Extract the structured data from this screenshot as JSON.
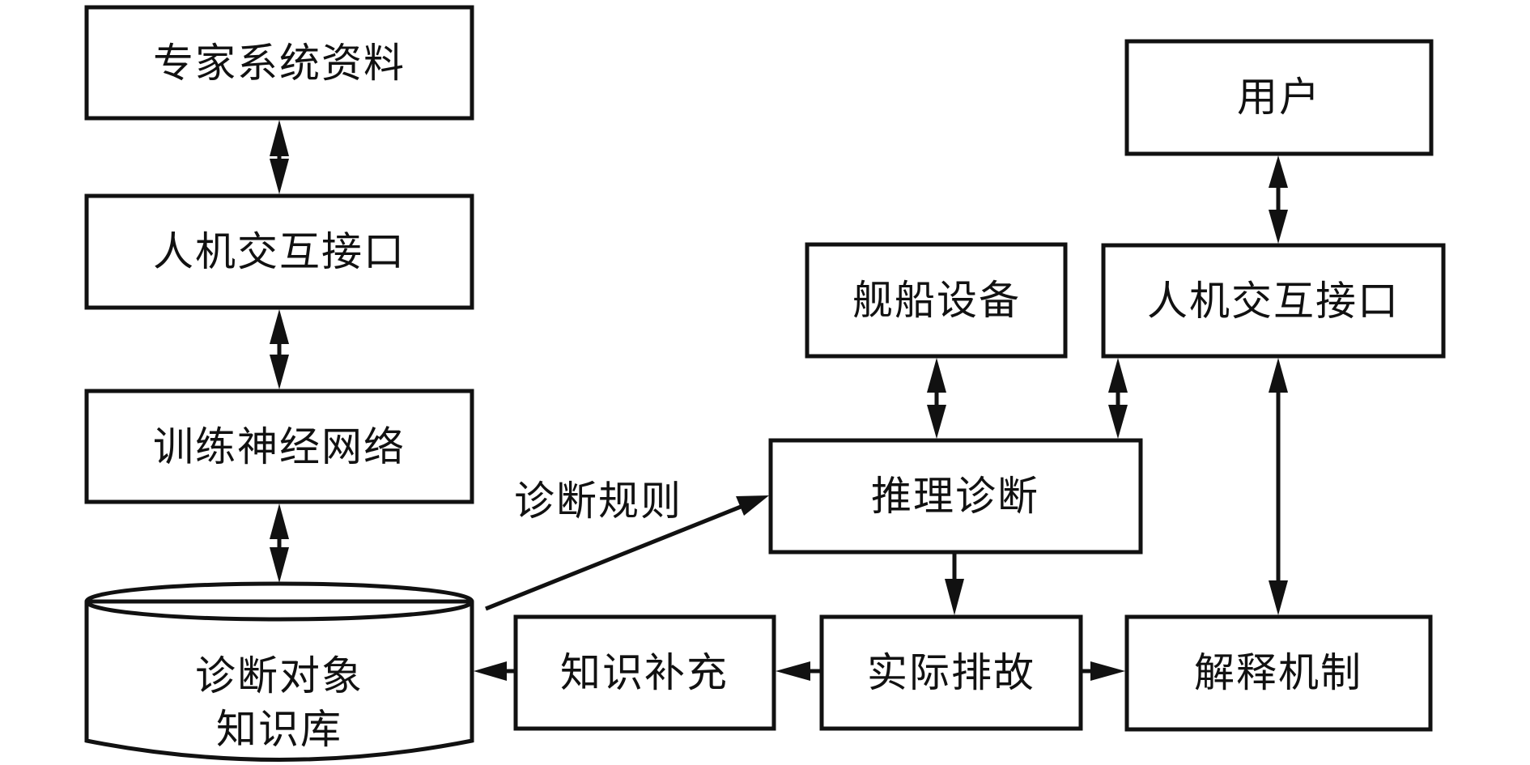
{
  "diagram": {
    "type": "flowchart",
    "colors": {
      "stroke": "#111111",
      "fill": "#ffffff",
      "background": "#ffffff"
    },
    "nodes": {
      "expert_data": {
        "label": "专家系统资料",
        "shape": "rectangle"
      },
      "hci_left": {
        "label": "人机交互接口",
        "shape": "rectangle"
      },
      "train_nn": {
        "label": "训练神经网络",
        "shape": "rectangle"
      },
      "knowledge_base": {
        "label_line1": "诊断对象",
        "label_line2": "知识库",
        "shape": "cylinder"
      },
      "knowledge_supplement": {
        "label": "知识补充",
        "shape": "rectangle"
      },
      "actual_troubleshoot": {
        "label": "实际排故",
        "shape": "rectangle"
      },
      "explanation": {
        "label": "解释机制",
        "shape": "rectangle"
      },
      "inference": {
        "label": "推理诊断",
        "shape": "rectangle"
      },
      "ship_equipment": {
        "label": "舰船设备",
        "shape": "rectangle"
      },
      "hci_right": {
        "label": "人机交互接口",
        "shape": "rectangle"
      },
      "user": {
        "label": "用户",
        "shape": "rectangle"
      }
    },
    "edges": [
      {
        "from": "expert_data",
        "to": "hci_left",
        "direction": "both"
      },
      {
        "from": "hci_left",
        "to": "train_nn",
        "direction": "both"
      },
      {
        "from": "train_nn",
        "to": "knowledge_base",
        "direction": "both"
      },
      {
        "from": "knowledge_base",
        "to": "inference",
        "direction": "forward",
        "label": "诊断规则"
      },
      {
        "from": "ship_equipment",
        "to": "inference",
        "direction": "both"
      },
      {
        "from": "hci_right",
        "to": "inference",
        "direction": "both"
      },
      {
        "from": "user",
        "to": "hci_right",
        "direction": "both"
      },
      {
        "from": "hci_right",
        "to": "explanation",
        "direction": "both"
      },
      {
        "from": "inference",
        "to": "actual_troubleshoot",
        "direction": "forward"
      },
      {
        "from": "actual_troubleshoot",
        "to": "knowledge_supplement",
        "direction": "forward"
      },
      {
        "from": "knowledge_supplement",
        "to": "knowledge_base",
        "direction": "forward"
      },
      {
        "from": "actual_troubleshoot",
        "to": "explanation",
        "direction": "forward"
      }
    ],
    "edge_labels": {
      "diagnosis_rules": "诊断规则"
    }
  }
}
